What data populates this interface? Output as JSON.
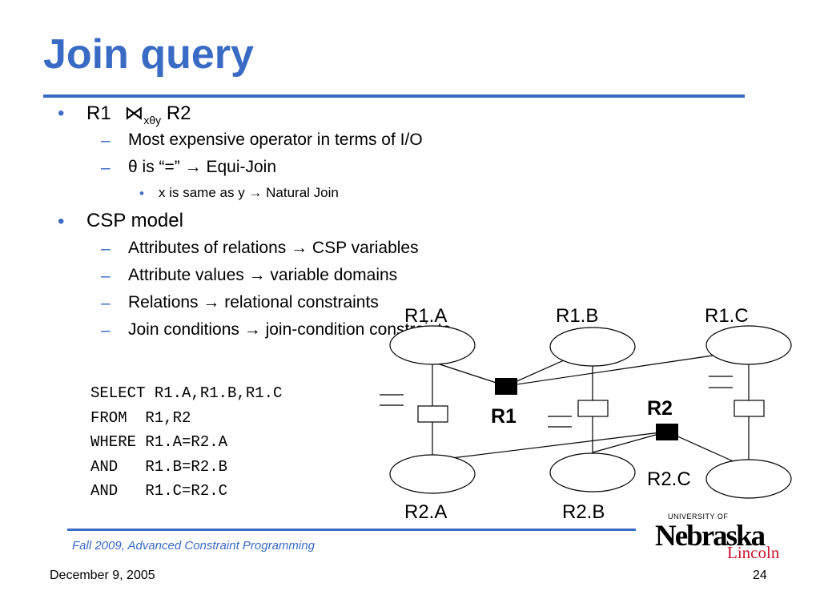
{
  "slide": {
    "title": "Join query",
    "bullet1": {
      "left": "R1",
      "operator": "⋈",
      "subscript": "xθy",
      "right": "R2",
      "sub1": "Most expensive operator in terms of I/O",
      "sub2_theta": "θ",
      "sub2_text": "is “=” → Equi-Join",
      "subsub1": "x is same as y → Natural Join"
    },
    "bullet2": {
      "text": "CSP model",
      "subs": [
        "Attributes of relations → CSP variables",
        "Attribute values → variable domains",
        "Relations → relational constraints",
        "Join conditions → join-condition constraints"
      ]
    },
    "markers": {
      "l1": "•",
      "l2": "–",
      "l3": "•"
    },
    "sql": [
      "SELECT R1.A,R1.B,R1.C",
      "FROM  R1,R2",
      "WHERE R1.A=R2.A",
      "AND   R1.B=R2.B",
      "AND   R1.C=R2.C"
    ]
  },
  "graph": {
    "variables_top": [
      "R1.A",
      "R1.B",
      "R1.C"
    ],
    "variables_bottom": [
      "R2.A",
      "R2.B",
      "R2.C"
    ],
    "constraint_labels": [
      "R1",
      "R2"
    ]
  },
  "footer": {
    "course": "Fall 2009, Advanced Constraint Programming",
    "date": "December 9, 2005",
    "page": "24"
  },
  "logo": {
    "university": "UNIVERSITY OF",
    "name": "Nebraska",
    "campus": "Lincoln"
  },
  "colors": {
    "accent": "#3a6bc4",
    "logo_red": "#c8102e"
  }
}
